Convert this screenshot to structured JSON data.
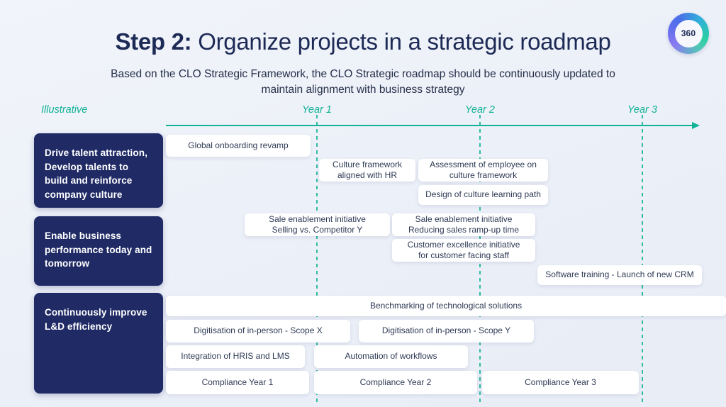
{
  "header": {
    "title_bold": "Step 2:",
    "title_rest": " Organize projects in a strategic roadmap",
    "subtitle": "Based on the CLO Strategic Framework, the CLO Strategic roadmap should be continuously updated to\nmaintain alignment with business strategy",
    "logo_text": "360"
  },
  "timeline": {
    "tag": "Illustrative",
    "years": [
      "Year 1",
      "Year 2",
      "Year 3"
    ]
  },
  "lanes": [
    {
      "label": "Drive talent attraction, Develop talents to build and reinforce company culture"
    },
    {
      "label": "Enable business performance today and tomorrow"
    },
    {
      "label": "Continuously improve L&D efficiency"
    }
  ],
  "cards": [
    {
      "label": "Global onboarding revamp"
    },
    {
      "label": "Culture framework\naligned with HR"
    },
    {
      "label": "Assessment of employee on\nculture framework"
    },
    {
      "label": "Design of culture learning path"
    },
    {
      "label": "Sale enablement initiative\nSelling vs. Competitor Y"
    },
    {
      "label": "Sale enablement initiative\nReducing sales ramp-up time"
    },
    {
      "label": "Customer excellence initiative\nfor customer facing staff"
    },
    {
      "label": "Software training - Launch of new CRM"
    },
    {
      "label": "Benchmarking of technological solutions"
    },
    {
      "label": "Digitisation of in-person - Scope X"
    },
    {
      "label": "Digitisation of in-person - Scope Y"
    },
    {
      "label": "Integration of HRIS and LMS"
    },
    {
      "label": "Automation of workflows"
    },
    {
      "label": "Compliance Year 1"
    },
    {
      "label": "Compliance Year 2"
    },
    {
      "label": "Compliance Year 3"
    }
  ],
  "colors": {
    "accent_teal": "#12b296",
    "navy_box": "#202b66",
    "title_navy": "#1d2a55",
    "card_text": "#2e3a55",
    "background": "#edf0f8"
  }
}
